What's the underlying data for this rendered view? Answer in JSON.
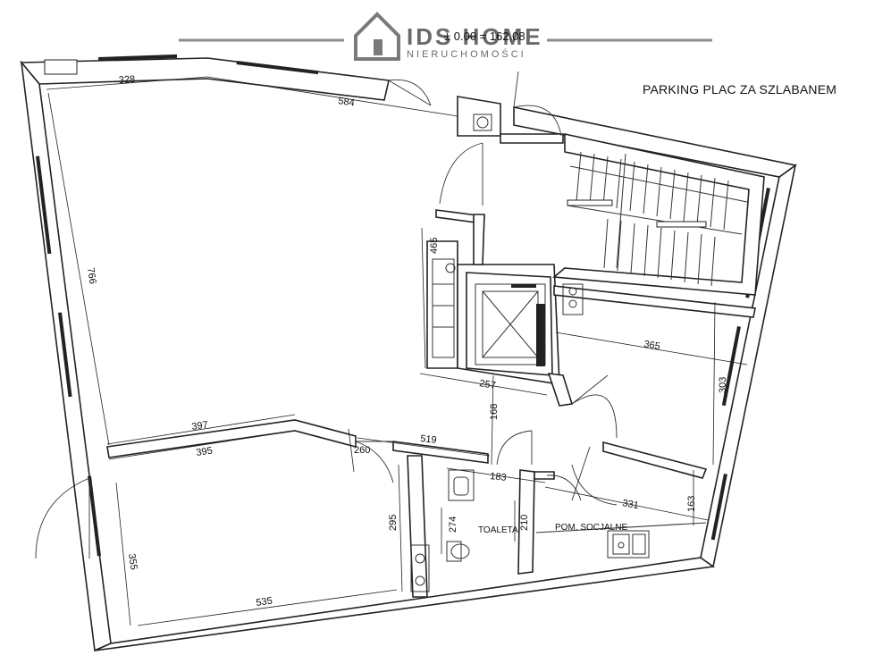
{
  "logo": {
    "name": "IDS HOME",
    "tagline": "NIERUCHOMOŚCI",
    "color": "#6a6a6a"
  },
  "elevation_label": "± 0.00 = 162,08",
  "parking_label": "PARKING PLAC ZA SZLABANEM",
  "rooms": {
    "toilet": "TOALETA",
    "social": "POM. SOCJALNE"
  },
  "dimensions": {
    "d328": "328",
    "d584": "584",
    "d766": "766",
    "d465": "465",
    "d365": "365",
    "d303": "303",
    "d257": "257",
    "d168": "168",
    "d397": "397",
    "d395": "395",
    "d260": "260",
    "d519": "519",
    "d183": "183",
    "d331": "331",
    "d163": "163",
    "d295": "295",
    "d274": "274",
    "d210": "210",
    "d355": "355",
    "d535": "535"
  }
}
